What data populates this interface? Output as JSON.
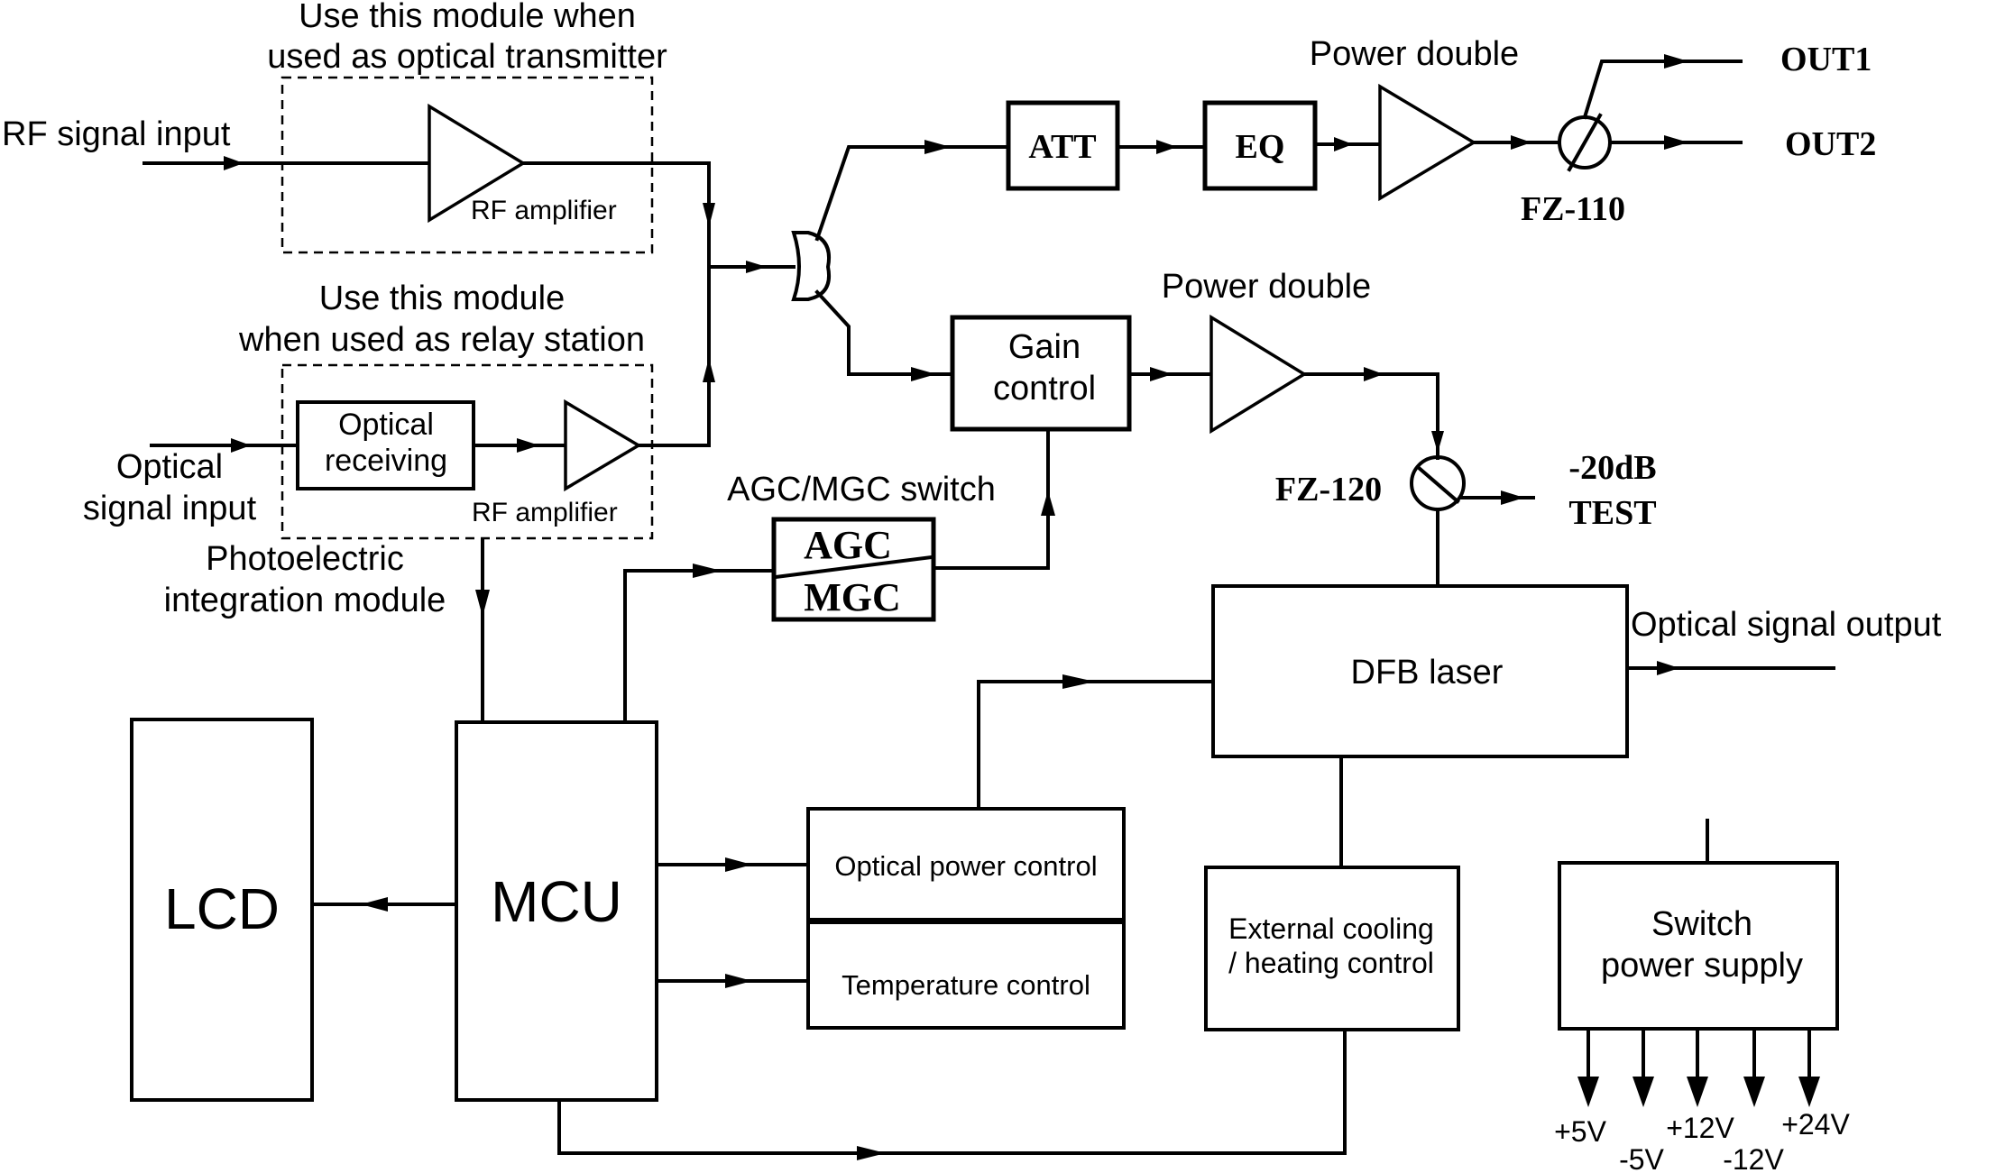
{
  "labels": {
    "transmitter_module_line1": "Use this module when",
    "transmitter_module_line2": "used as optical transmitter",
    "rf_signal_input": "RF signal input",
    "rf_amplifier_top": "RF amplifier",
    "relay_module_line1": "Use this module",
    "relay_module_line2": "when used as relay station",
    "optical_signal_input_line1": "Optical",
    "optical_signal_input_line2": "signal input",
    "optical_receiving_line1": "Optical",
    "optical_receiving_line2": "receiving",
    "rf_amplifier_bottom": "RF amplifier",
    "photoelectric_line1": "Photoelectric",
    "photoelectric_line2": "integration module",
    "agc_mgc_switch": "AGC/MGC switch",
    "agc": "AGC",
    "mgc": "MGC",
    "att": "ATT",
    "eq": "EQ",
    "power_double_top": "Power double",
    "out1": "OUT1",
    "out2": "OUT2",
    "fz110": "FZ-110",
    "gain_control_line1": "Gain",
    "gain_control_line2": "control",
    "power_double_mid": "Power double",
    "fz120": "FZ-120",
    "test_line1": "-20dB",
    "test_line2": "TEST",
    "dfb_laser": "DFB laser",
    "optical_signal_output": "Optical signal output",
    "lcd": "LCD",
    "mcu": "MCU",
    "optical_power_control": "Optical power control",
    "temperature_control": "Temperature control",
    "external_cooling_line1": "External cooling",
    "external_cooling_line2": "/ heating control",
    "switch_power_supply_line1": "Switch",
    "switch_power_supply_line2": "power supply",
    "plus5v": "+5V",
    "minus5v": "-5V",
    "plus12v": "+12V",
    "minus12v": "-12V",
    "plus24v": "+24V"
  }
}
